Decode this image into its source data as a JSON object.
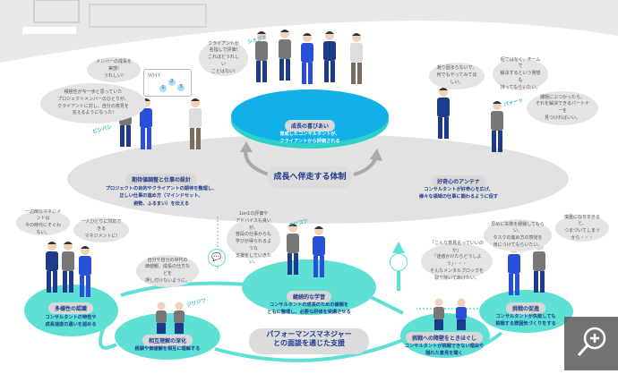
{
  "center_labels": {
    "growth_system": "成長へ伴走する体制",
    "pm_support_line1": "パフォーマンスマネジャー",
    "pm_support_line2": "との面談を通じた支援"
  },
  "sections": {
    "joy": {
      "title": "成長の喜びあい",
      "desc": "育成したコンサルタントが、\nクライアントから評価される"
    },
    "expectation": {
      "title": "期待値調整と仕事の設計",
      "desc": "プロジェクトの目的やクライアントの期待を整理し、\n正しい仕事の進め方（マインドセット、\n姿勢、ふるまい）を伝える"
    },
    "curiosity": {
      "title": "好奇心のアンテナ",
      "desc": "コンサルタントが好奇心を広げ、\n様々な領域の仕事に関わるように促す"
    },
    "diversity": {
      "title": "多様性の認識",
      "desc": "コンサルタントの特性や\n成長速度の違いを認める"
    },
    "mutual": {
      "title": "相互理解の深化",
      "desc": "経験や価値観を相互に理解する"
    },
    "learning": {
      "title": "継続的な学習",
      "desc": "コンサルタントの成長のための課題を\nともに整理し、必要な研修を受講させる"
    },
    "barrier": {
      "title": "挑戦への障壁をときほぐし",
      "desc": "コンサルタントが挑戦できない理由や\n隠れた意見を聞く"
    },
    "challenge": {
      "title": "挑戦の促進",
      "desc": "コンサルタントが失敗しても\n挑戦する雰囲気づくりをする"
    }
  },
  "bubbles": {
    "client_praise": "クライアントが\n名指しで評価!\nこれほどうれしい\nことはない!",
    "member_growth": "メンバーの成長を実感!\nうれしい!",
    "member_speaks": "積極性が今一歩と思っていた\nプロジェクトメンバーのひとりが、\nクライアントに対し、自分の意見を\n言えるようになった!",
    "try_anything": "凝り固まらないで、\n何でもやってみてほしい。",
    "team_solve": "個ではなく、チームで\n解決するという発想も\n持ってもらいたい。",
    "find_partner": "課題にぶつかったら、\nそれを解決できるパートナーを\n見つければいい。",
    "one_size": "一辺倒なマネジメントは\n今の時代にそぐわない。",
    "individual": "一人ひとりに対応できる\nマネジメントに!",
    "no_imposing": "自分や自分の世代の\n価値観、成長の仕方などを\n押し付けないように。",
    "daily_learning": "1on1の評価や\nアドバイスも良いが、\n普段の仕事からも\n学びが得られるような\n支援をしていきたい。",
    "mental_block": "「こんな意見言っていいのか」\n「迷惑かけたらどうしよう」・・・\nそんなメンタルブロックを\n取り除いてあげたい。",
    "early_failure": "早めに失敗を経験してもらい、\nタスクの進め方の感覚を\n身につけてもらいたい。",
    "too_careful": "慎重になりすぎると、\nつまづいてしまうから・・・"
  },
  "why_card": {
    "word": "WHY",
    "steps": [
      "1",
      "2",
      "3"
    ]
  },
  "onomatopoeia": [
    "シミジミ",
    "ビシバシ",
    "パァーッ",
    "コツコツ",
    "ジワジワ"
  ],
  "colors": {
    "teal": "#5ee0d4",
    "blue": "#12b0e8",
    "grey": "#e2e2e2",
    "navy": "#1e3a8a"
  },
  "zoom_button": {
    "icon": "zoom-in-icon"
  }
}
